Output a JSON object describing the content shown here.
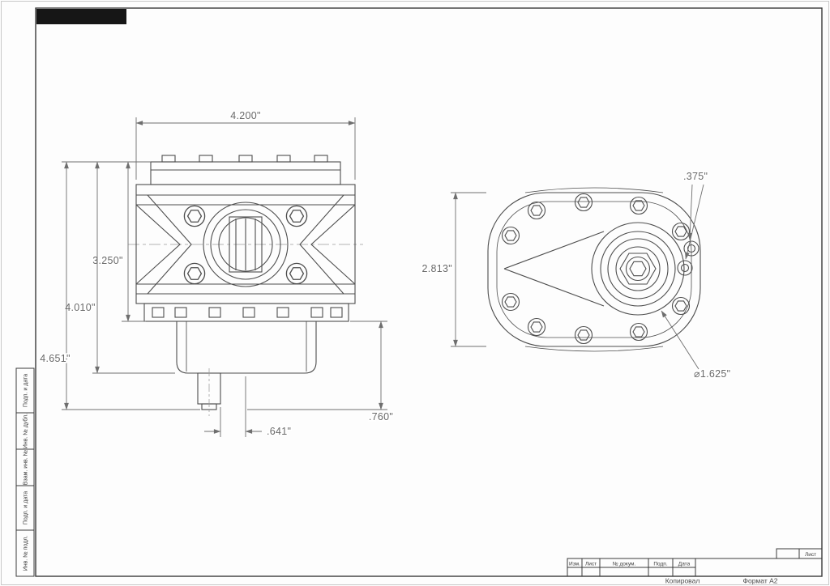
{
  "sheet": {
    "background": "#fdfdfd",
    "frame_color": "#3a3a3a",
    "geometry_color": "#4d4d4d",
    "dimension_color": "#6e6e6e",
    "stamp_fill": "#161616"
  },
  "side_view": {
    "dims": {
      "overall_width": "4.200\"",
      "body_height": "3.250\"",
      "housing_height": "4.010\"",
      "overall_height": "4.651\"",
      "shaft_offset": ".641\"",
      "lower_depth": ".760\""
    }
  },
  "front_view": {
    "dims": {
      "flange_height": "2.813\"",
      "port_size": ".375\"",
      "hub_diameter": "⌀1.625\""
    }
  },
  "margin_strips": [
    "Подп. и дата",
    "Инв. № дубл.",
    "Взам. инв. №",
    "Подп. и дата",
    "Инв. № подл."
  ],
  "title_block": {
    "columns": [
      "Изм.",
      "Лист",
      "№ докум.",
      "Подп.",
      "Дата"
    ],
    "sheet_label": "Лист",
    "copied_label": "Копировал",
    "format_label": "Формат A2"
  }
}
